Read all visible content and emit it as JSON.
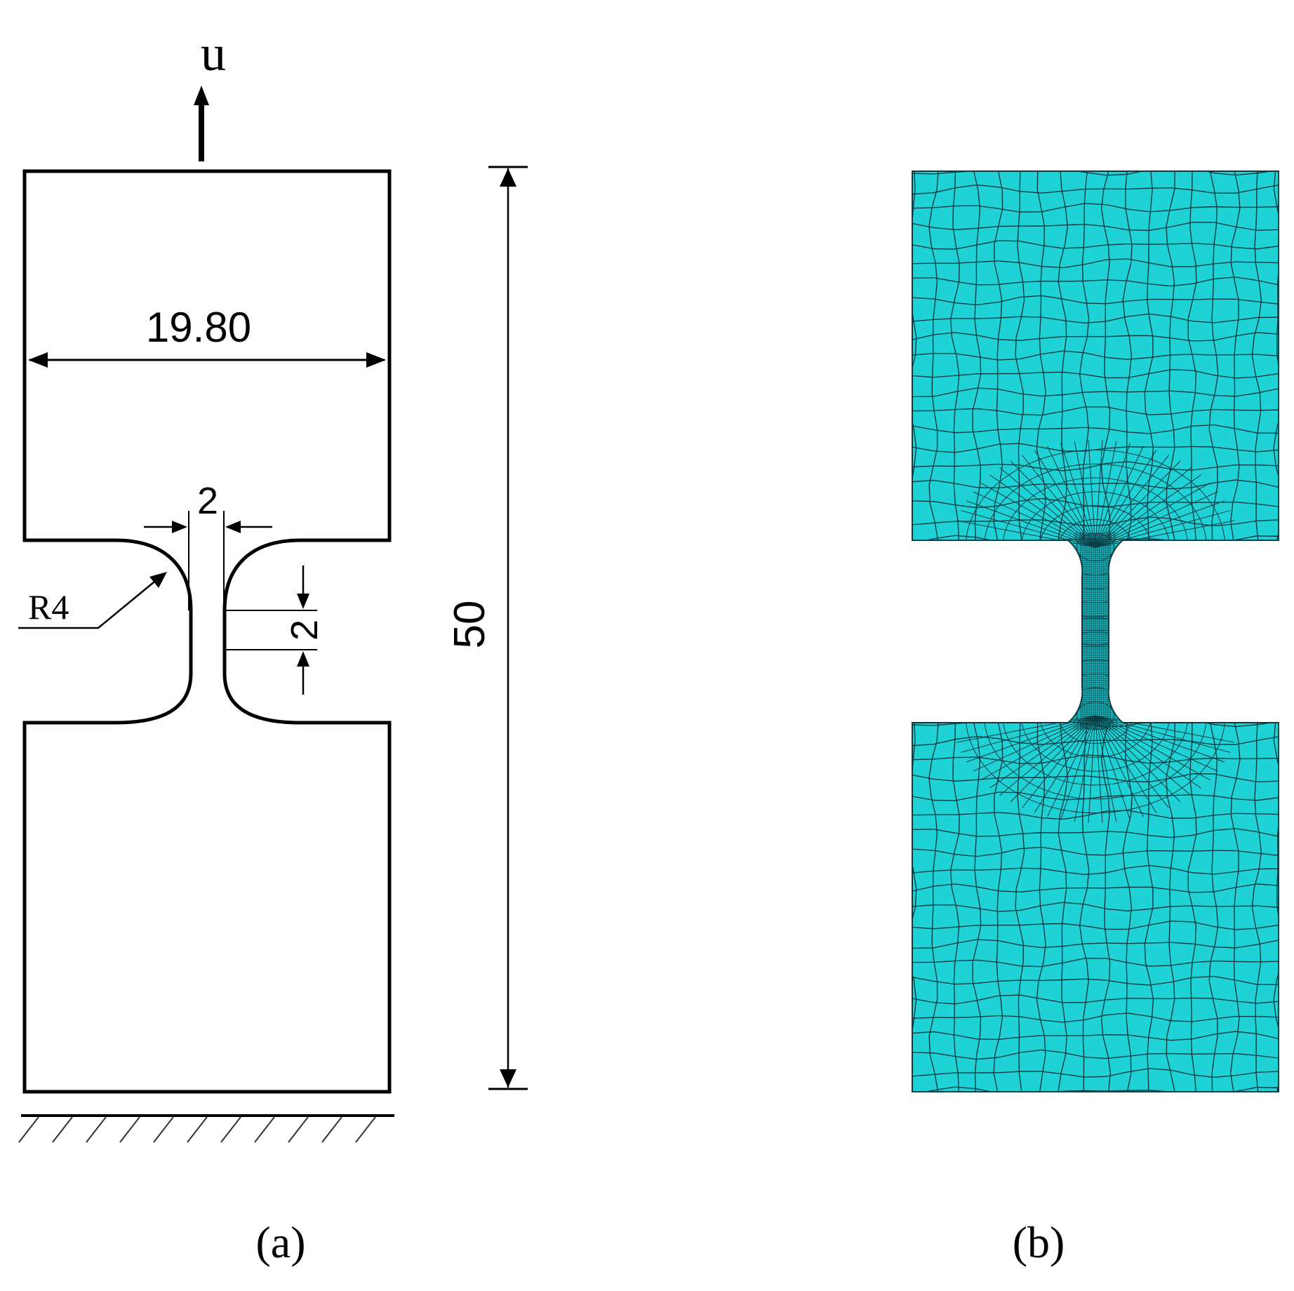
{
  "panel_a": {
    "load_label": "u",
    "width_dim": "19.80",
    "notch_width_dim": "2",
    "notch_height_dim": "2",
    "radius_label": "R4",
    "total_height_dim": "50",
    "caption": "(a)"
  },
  "panel_b": {
    "caption": "(b)",
    "mesh_color": "#1fd2d6",
    "mesh_line_color": "#0a3e44"
  }
}
